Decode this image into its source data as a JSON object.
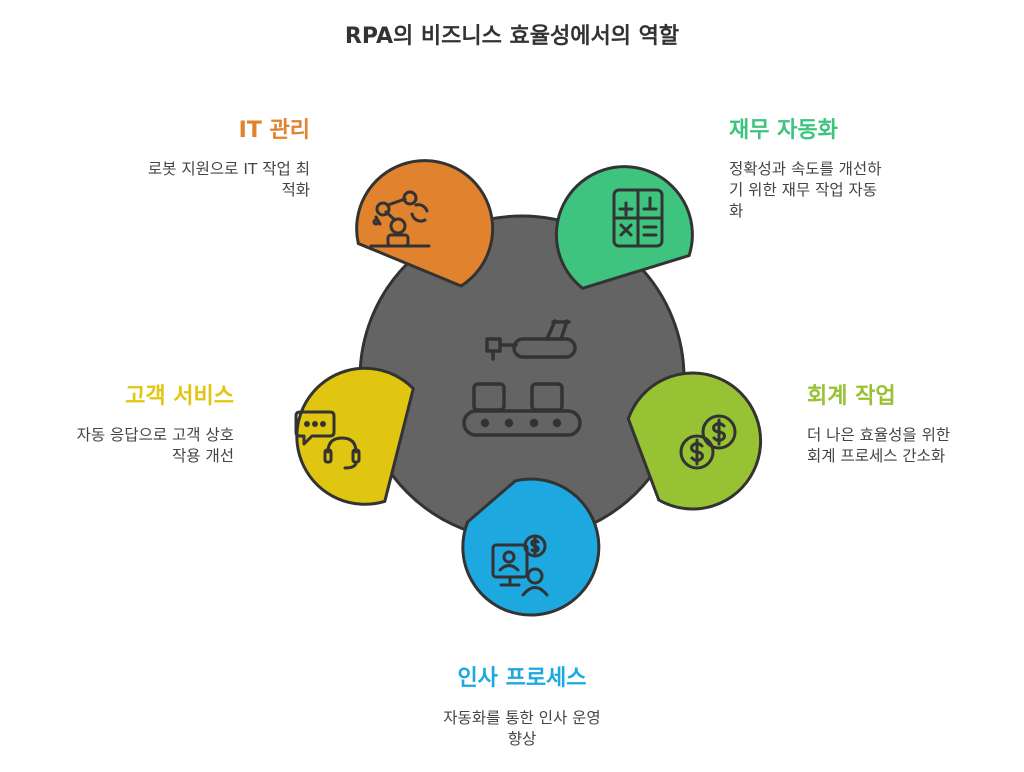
{
  "title": "RPA의 비즈니스 효율성에서의 역할",
  "colors": {
    "hub": "#646464",
    "it": "#E0822E",
    "finance": "#3EC47F",
    "accounting": "#97C233",
    "hr": "#1EA8E0",
    "customer": "#E1C611",
    "stroke": "#333333"
  },
  "items": [
    {
      "key": "it",
      "label": "IT 관리",
      "desc": [
        "로봇 지원으로 IT 작업 최",
        "적화"
      ],
      "icon": "robot-arm-icon"
    },
    {
      "key": "finance",
      "label": "재무 자동화",
      "desc": [
        "정확성과 속도를 개선하",
        "기 위한 재무 작업 자동",
        "화"
      ],
      "icon": "calculator-icon"
    },
    {
      "key": "accounting",
      "label": "회계 작업",
      "desc": [
        "더 나은 효율성을 위한",
        "회계 프로세스 간소화"
      ],
      "icon": "coins-icon"
    },
    {
      "key": "hr",
      "label": "인사 프로세스",
      "desc": [
        "자동화를 통한 인사 운영",
        "향상"
      ],
      "icon": "hr-monitor-icon"
    },
    {
      "key": "customer",
      "label": "고객 서비스",
      "desc": [
        "자동 응답으로 고객 상호",
        "작용 개선"
      ],
      "icon": "chat-headset-icon"
    }
  ],
  "hub_icon": "conveyor-belt-icon"
}
